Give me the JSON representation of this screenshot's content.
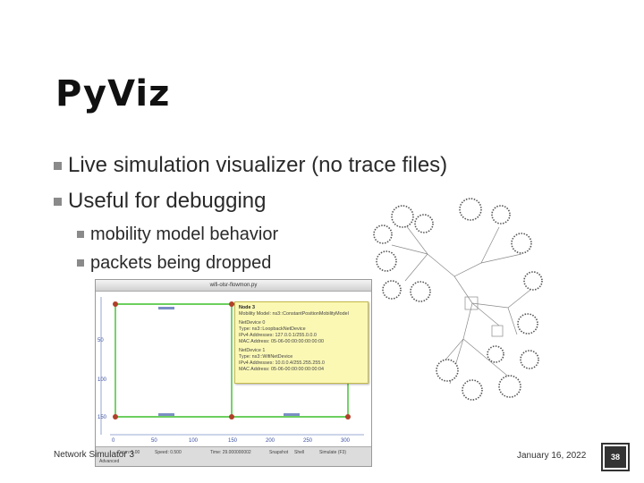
{
  "slide": {
    "title": "PyViz",
    "bullets": [
      {
        "text": "Live simulation visualizer (no trace files)"
      },
      {
        "text": "Useful for debugging"
      }
    ],
    "sub_bullets": [
      {
        "text": "mobility model behavior"
      },
      {
        "text": "packets being dropped"
      }
    ]
  },
  "footer": {
    "left": "Network Simulator 3",
    "date": "January 16, 2022",
    "page": "38"
  },
  "screenshot": {
    "window_title": "wifi-olsr-flowmon.py",
    "axis_ticks_x": [
      "0",
      "50",
      "100",
      "150",
      "200",
      "250",
      "300"
    ],
    "axis_ticks_y": [
      "50",
      "100",
      "150"
    ],
    "tooltip": {
      "node": "Node 3",
      "mobility": "Mobility Model: ns3::ConstantPositionMobilityModel",
      "dev0": "NetDevice 0",
      "dev0_type": "Type: ns3::LoopbackNetDevice",
      "dev0_ip": "IPv4 Addresses: 127.0.0.1/255.0.0.0",
      "dev0_mac": "MAC Address: 05-06-00:00:00:00:00:00",
      "dev1": "NetDevice 1",
      "dev1_type": "Type: ns3::WifiNetDevice",
      "dev1_ip": "IPv4 Addresses: 10.0.0.4/255.255.255.0",
      "dev1_mac": "MAC Address: 05-06-00:00:00:00:00:04"
    },
    "toolbar": {
      "zoom": "Zoom: 1.00",
      "speed": "Speed: 0.500",
      "time": "Time: 29.000000002",
      "snapshot": "Snapshot",
      "shell": "Shell",
      "simulate": "Simulate (F3)",
      "advanced": "Advanced"
    }
  },
  "colors": {
    "link": "#3cbf2a",
    "node": "#b0402a",
    "badge": "#333333",
    "bullet_marker": "#8a8a8a"
  }
}
